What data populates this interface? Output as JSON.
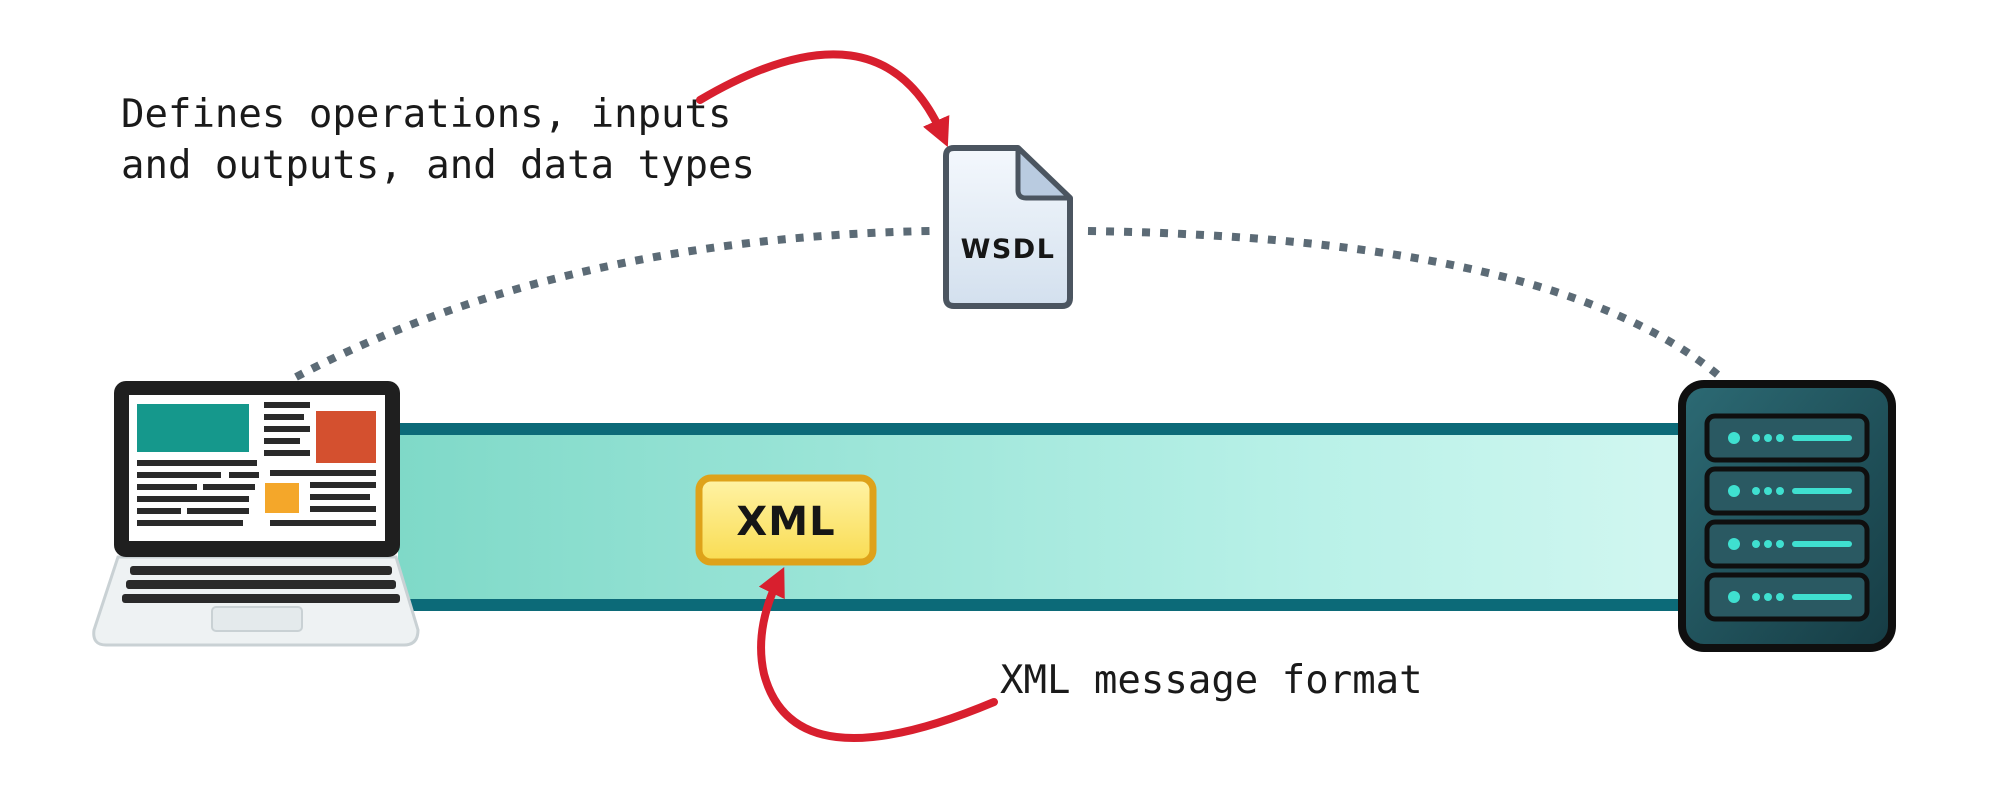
{
  "annotations": {
    "wsdl_note_line1": "Defines operations, inputs",
    "wsdl_note_line2": "and outputs, and data types",
    "xml_note": "XML message format"
  },
  "wsdl_document": {
    "label": "WSDL",
    "icon": "document-icon"
  },
  "message": {
    "label": "XML"
  },
  "nodes": {
    "client": {
      "icon": "laptop-icon"
    },
    "server": {
      "icon": "server-rack-icon"
    }
  },
  "colors": {
    "arrow": "#d81f2e",
    "pipe_fill": "#a6ecdf",
    "pipe_border": "#0c6a78",
    "dotted_arc": "#5c6b76",
    "xml_fill": "#fce772",
    "xml_border": "#dea21a",
    "doc_fill": "#e3ebf5",
    "doc_border": "#4b5560",
    "server_body": "#1f4e58",
    "server_led": "#3fe0d0"
  }
}
